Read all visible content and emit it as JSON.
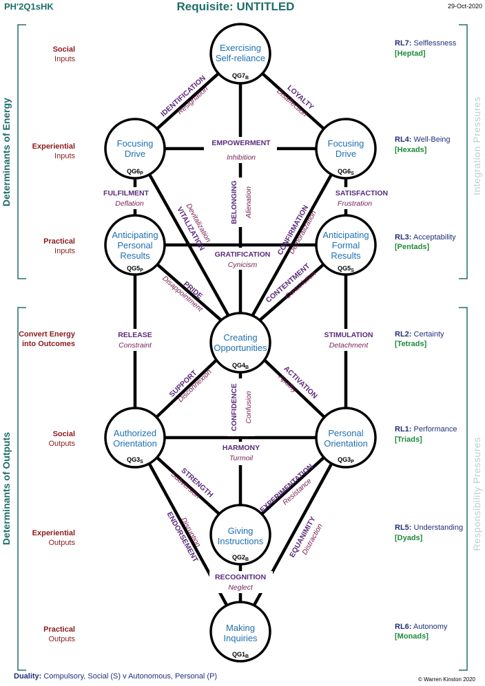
{
  "header": {
    "code": "PH'2Q1sHK",
    "title": "Requisite:  UNTITLED",
    "date": "29-Oct-2020"
  },
  "left_side": {
    "top": "Determinants of Energy",
    "bottom": "Determinants of Outputs"
  },
  "right_side": {
    "top": "Integration Pressures",
    "bottom": "Responsibility  Pressures"
  },
  "left_rows": [
    {
      "l1": "Social",
      "l2": "Inputs"
    },
    {
      "l1": "Experiential",
      "l2": "Inputs"
    },
    {
      "l1": "Practical",
      "l2": "Inputs"
    },
    {
      "l1": "Convert Energy",
      "l2": "into Outcomes"
    },
    {
      "l1": "Social",
      "l2": "Outputs"
    },
    {
      "l1": "Experiential",
      "l2": "Outputs"
    },
    {
      "l1": "Practical",
      "l2": "Outputs"
    }
  ],
  "right_rows": [
    {
      "code": "RL7:",
      "name": "Selflessness",
      "group": "[Heptad]"
    },
    {
      "code": "RL4:",
      "name": "Well-Being",
      "group": "[Hexads]"
    },
    {
      "code": "RL3:",
      "name": "Acceptability",
      "group": "[Pentads]"
    },
    {
      "code": "RL2:",
      "name": "Certainty",
      "group": "[Tetrads]"
    },
    {
      "code": "RL1:",
      "name": "Performance",
      "group": "[Triads]"
    },
    {
      "code": "RL5:",
      "name": "Understanding",
      "group": "[Dyads]"
    },
    {
      "code": "RL6:",
      "name": "Autonomy",
      "group": "[Monads]"
    }
  ],
  "nodes": {
    "qg7": {
      "l1": "Exercising",
      "l2": "Self-reliance",
      "l3": "",
      "code": "QG7",
      "sub": "B"
    },
    "qg6p": {
      "l1": "Focusing",
      "l2": "Drive",
      "l3": "",
      "code": "QG6",
      "sub": "P"
    },
    "qg6s": {
      "l1": "Focusing",
      "l2": "Drive",
      "l3": "",
      "code": "QG6",
      "sub": "S"
    },
    "qg5p": {
      "l1": "Anticipating",
      "l2": "Personal",
      "l3": "Results",
      "code": "QG5",
      "sub": "P"
    },
    "qg5s": {
      "l1": "Anticipating",
      "l2": "Formal",
      "l3": "Results",
      "code": "QG5",
      "sub": "S"
    },
    "qg4": {
      "l1": "Creating",
      "l2": "Opportunities",
      "l3": "",
      "code": "QG4",
      "sub": "B"
    },
    "qg3s": {
      "l1": "Authorized",
      "l2": "Orientation",
      "l3": "",
      "code": "QG3",
      "sub": "S"
    },
    "qg3p": {
      "l1": "Personal",
      "l2": "Orientation",
      "l3": "",
      "code": "QG3",
      "sub": "P"
    },
    "qg2": {
      "l1": "Giving",
      "l2": "Instructions",
      "l3": "",
      "code": "QG2",
      "sub": "B"
    },
    "qg1": {
      "l1": "Making",
      "l2": "Inquiries",
      "l3": "",
      "code": "QG1",
      "sub": "B"
    }
  },
  "edges": {
    "identification": {
      "top": "IDENTIFICATION",
      "bot": "Resignation"
    },
    "loyalty": {
      "top": "LOYALTY",
      "bot": "Disaffection"
    },
    "empowerment": {
      "top": "EMPOWERMENT",
      "bot": "Inhibition"
    },
    "belonging": {
      "top": "BELONGING",
      "bot": "Alienation"
    },
    "fulfilment": {
      "top": "FULFILMENT",
      "bot": "Deflation"
    },
    "satisfaction": {
      "top": "SATISFACTION",
      "bot": "Frustration"
    },
    "vitalization": {
      "top": "VITALIZATION",
      "bot": "Devitalization"
    },
    "confirmation": {
      "top": "CONFIRMATION",
      "bot": "Demoralization"
    },
    "gratification": {
      "top": "GRATIFICATION",
      "bot": "Cynicism"
    },
    "pride": {
      "top": "PRIDE",
      "bot": "Disappointment"
    },
    "contentment": {
      "top": "CONTENTMENT",
      "bot": "Constriction"
    },
    "release": {
      "top": "RELEASE",
      "bot": "Constraint"
    },
    "stimulation": {
      "top": "STIMULATION",
      "bot": "Detachment"
    },
    "support": {
      "top": "SUPPORT",
      "bot": "Disconnexion"
    },
    "confidence": {
      "top": "CONFIDENCE",
      "bot": "Confusion"
    },
    "activation": {
      "top": "ACTIVATION",
      "bot": "Apathy"
    },
    "harmony": {
      "top": "HARMONY",
      "bot": "Turmoil"
    },
    "strength": {
      "top": "STRENGTH",
      "bot": "Subversion"
    },
    "experimentation": {
      "top": "EXPERIMENTATION",
      "bot": "Resistance"
    },
    "endorsement": {
      "top": "ENDORSEMENT",
      "bot": "Disruption"
    },
    "equanimity": {
      "top": "EQUANIMITY",
      "bot": "Distraction"
    },
    "recognition": {
      "top": "RECOGNITION",
      "bot": "Neglect"
    }
  },
  "footer": {
    "duality_label": "Duality:",
    "duality_text": " Compulsory, Social (S) v  Autonomous, Personal (P)",
    "copyright": "© Warren Kinston 2020"
  }
}
